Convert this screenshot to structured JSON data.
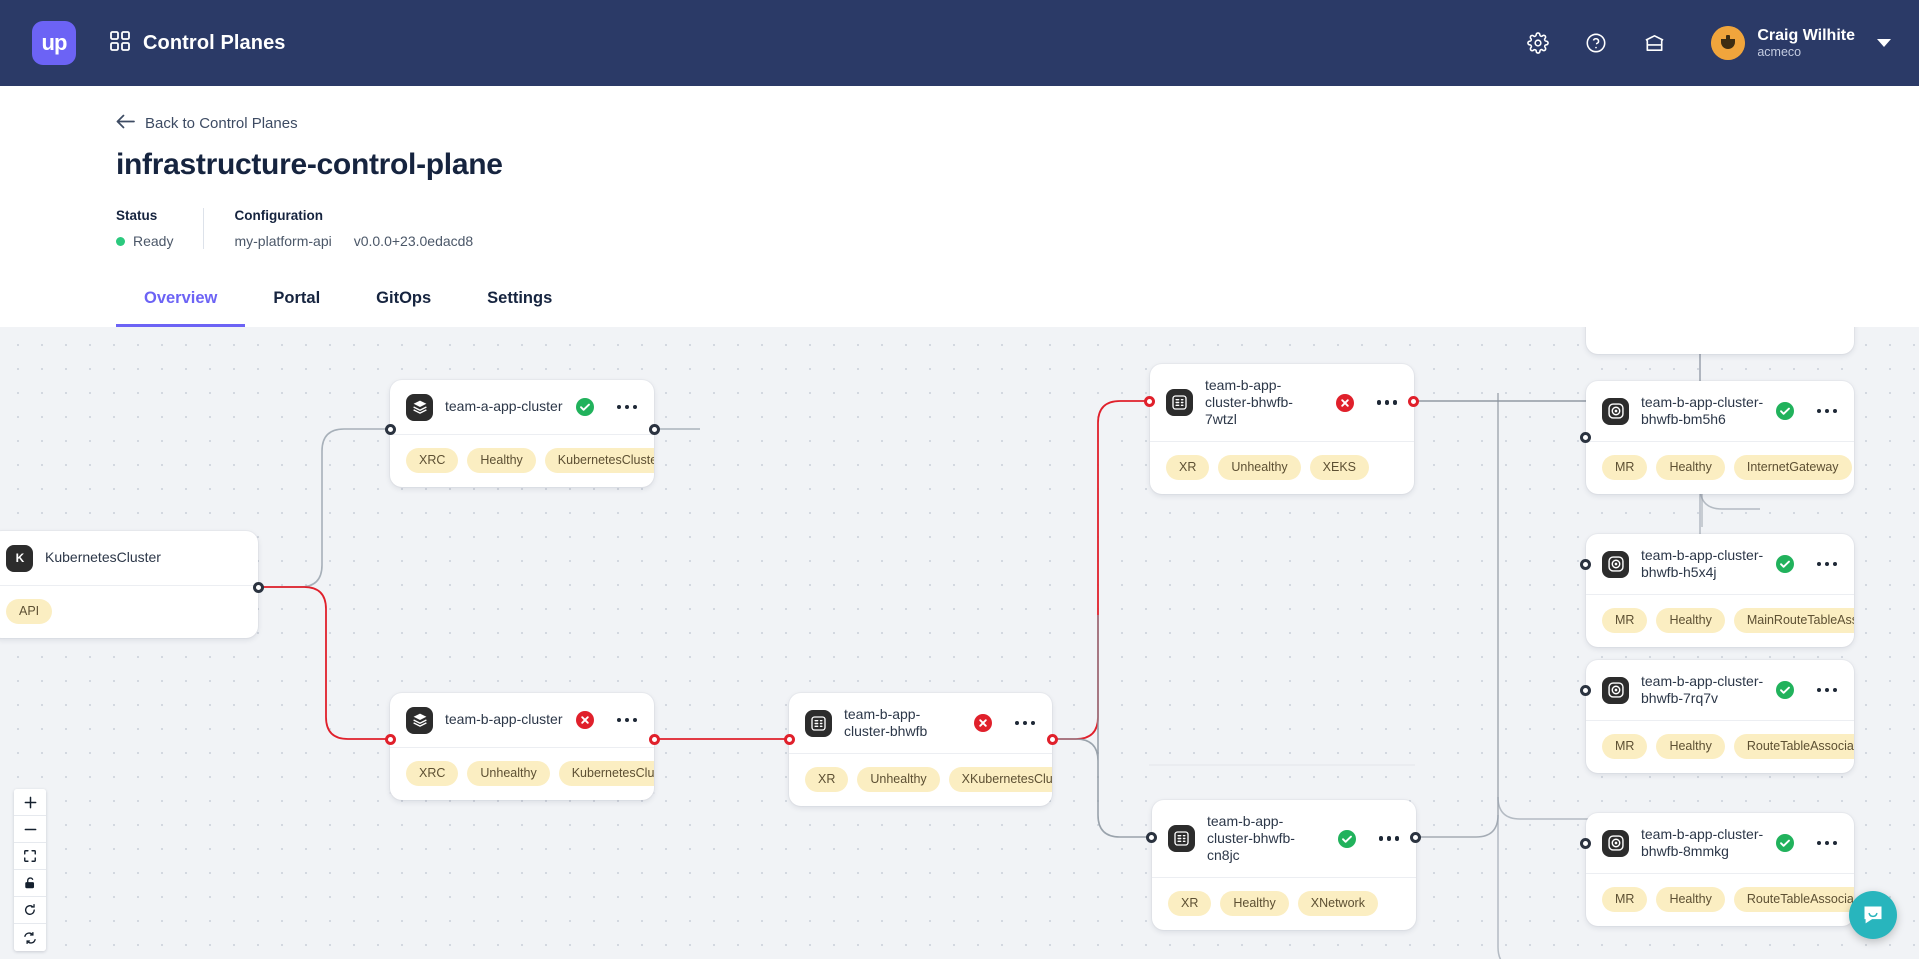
{
  "topbar": {
    "logo_text": "up",
    "grid_icon": "grid-icon",
    "title": "Control Planes",
    "icons": [
      "gear-icon",
      "help-circle-icon",
      "marketplace-icon"
    ],
    "user": {
      "name": "Craig Wilhite",
      "org": "acmeco"
    }
  },
  "header": {
    "back_label": "Back to Control Planes",
    "title": "infrastructure-control-plane",
    "status_label": "Status",
    "status_value": "Ready",
    "status_color": "#2bc97e",
    "configuration_label": "Configuration",
    "configuration_name": "my-platform-api",
    "configuration_version": "v0.0.0+23.0edacd8"
  },
  "tabs": [
    {
      "label": "Overview",
      "active": true
    },
    {
      "label": "Portal",
      "active": false
    },
    {
      "label": "GitOps",
      "active": false
    },
    {
      "label": "Settings",
      "active": false
    }
  ],
  "graph": {
    "nodes": [
      {
        "id": "kubernetescluster",
        "title": "KubernetesCluster",
        "icon": "k-badge-icon",
        "status": "none",
        "chips": [
          "API"
        ]
      },
      {
        "id": "team-a-app-cluster",
        "title": "team-a-app-cluster",
        "icon": "layers-icon",
        "status": "healthy",
        "chips": [
          "XRC",
          "Healthy",
          "KubernetesCluster"
        ]
      },
      {
        "id": "team-b-app-cluster",
        "title": "team-b-app-cluster",
        "icon": "layers-icon",
        "status": "unhealthy",
        "chips": [
          "XRC",
          "Unhealthy",
          "KubernetesCluster"
        ]
      },
      {
        "id": "team-b-app-cluster-bhwfb",
        "title": "team-b-app-cluster-bhwfb",
        "icon": "list-box-icon",
        "status": "unhealthy",
        "chips": [
          "XR",
          "Unhealthy",
          "XKubernetesCluster"
        ]
      },
      {
        "id": "team-b-app-cluster-bhwfb-7wtzl",
        "title": "team-b-app-cluster-bhwfb-7wtzl",
        "icon": "list-box-icon",
        "status": "unhealthy",
        "chips": [
          "XR",
          "Unhealthy",
          "XEKS"
        ]
      },
      {
        "id": "team-b-app-cluster-bhwfb-cn8jc",
        "title": "team-b-app-cluster-bhwfb-cn8jc",
        "icon": "list-box-icon",
        "status": "healthy",
        "chips": [
          "XR",
          "Healthy",
          "XNetwork"
        ]
      },
      {
        "id": "team-b-app-cluster-bhwfb-bm5h6",
        "title": "team-b-app-cluster-bhwfb-bm5h6",
        "icon": "target-icon",
        "status": "healthy",
        "chips": [
          "MR",
          "Healthy",
          "InternetGateway"
        ]
      },
      {
        "id": "team-b-app-cluster-bhwfb-h5x4j",
        "title": "team-b-app-cluster-bhwfb-h5x4j",
        "icon": "target-icon",
        "status": "healthy",
        "chips": [
          "MR",
          "Healthy",
          "MainRouteTableAssoc"
        ]
      },
      {
        "id": "team-b-app-cluster-bhwfb-7rq7v",
        "title": "team-b-app-cluster-bhwfb-7rq7v",
        "icon": "target-icon",
        "status": "healthy",
        "chips": [
          "MR",
          "Healthy",
          "RouteTableAssociation"
        ]
      },
      {
        "id": "team-b-app-cluster-bhwfb-8mmkg",
        "title": "team-b-app-cluster-bhwfb-8mmkg",
        "icon": "target-icon",
        "status": "healthy",
        "chips": [
          "MR",
          "Healthy",
          "RouteTableAssociation"
        ]
      }
    ],
    "edge_colors": {
      "healthy": "#6b7683",
      "unhealthy": "#e0202b"
    }
  },
  "zoom_toolbar": [
    "zoom-in-icon",
    "zoom-out-icon",
    "fit-view-icon",
    "lock-icon",
    "refresh-icon",
    "sync-icon"
  ],
  "chat": {
    "icon": "chat-bubble-icon"
  }
}
